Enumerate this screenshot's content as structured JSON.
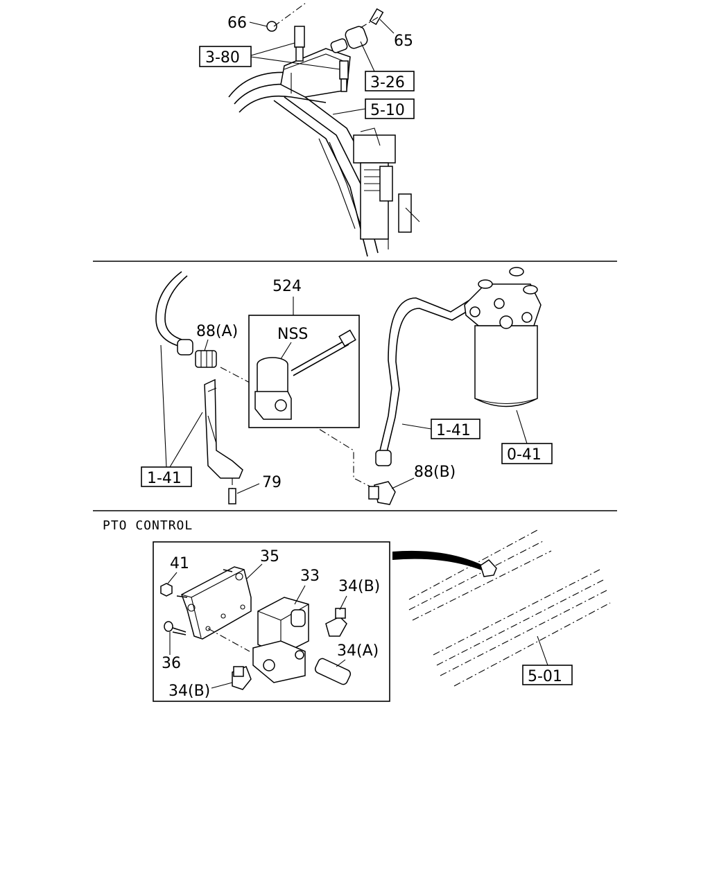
{
  "section_title": "PTO CONTROL",
  "top": {
    "labels": {
      "p66": "66",
      "p65": "65",
      "ref_3_80": "3-80",
      "ref_3_26": "3-26",
      "ref_5_10": "5-10"
    }
  },
  "middle": {
    "labels": {
      "p524": "524",
      "nss": "NSS",
      "p88a": "88(A)",
      "p88b": "88(B)",
      "p79": "79",
      "ref_1_41_left": "1-41",
      "ref_1_41_right": "1-41",
      "ref_0_41": "0-41"
    }
  },
  "bottom": {
    "labels": {
      "p41": "41",
      "p35": "35",
      "p33": "33",
      "p34b_top": "34(B)",
      "p34a": "34(A)",
      "p34b_bottom": "34(B)",
      "p36": "36",
      "ref_5_01": "5-01"
    }
  }
}
